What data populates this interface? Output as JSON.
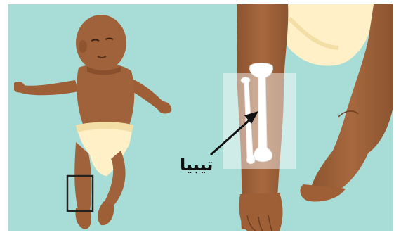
{
  "illustration": {
    "label": "تیبیا",
    "colors": {
      "background": "#a8dcd6",
      "skin": "#a0623a",
      "skin_shadow": "#7d4826",
      "diaper": "#fff0c8",
      "bone": "#ffffff",
      "overlay": "#f3f3f3",
      "outline": "#1a1a1a"
    },
    "icons": [
      "baby-figure",
      "leg-closeup",
      "tibia-bone",
      "pointer-arrow"
    ]
  }
}
